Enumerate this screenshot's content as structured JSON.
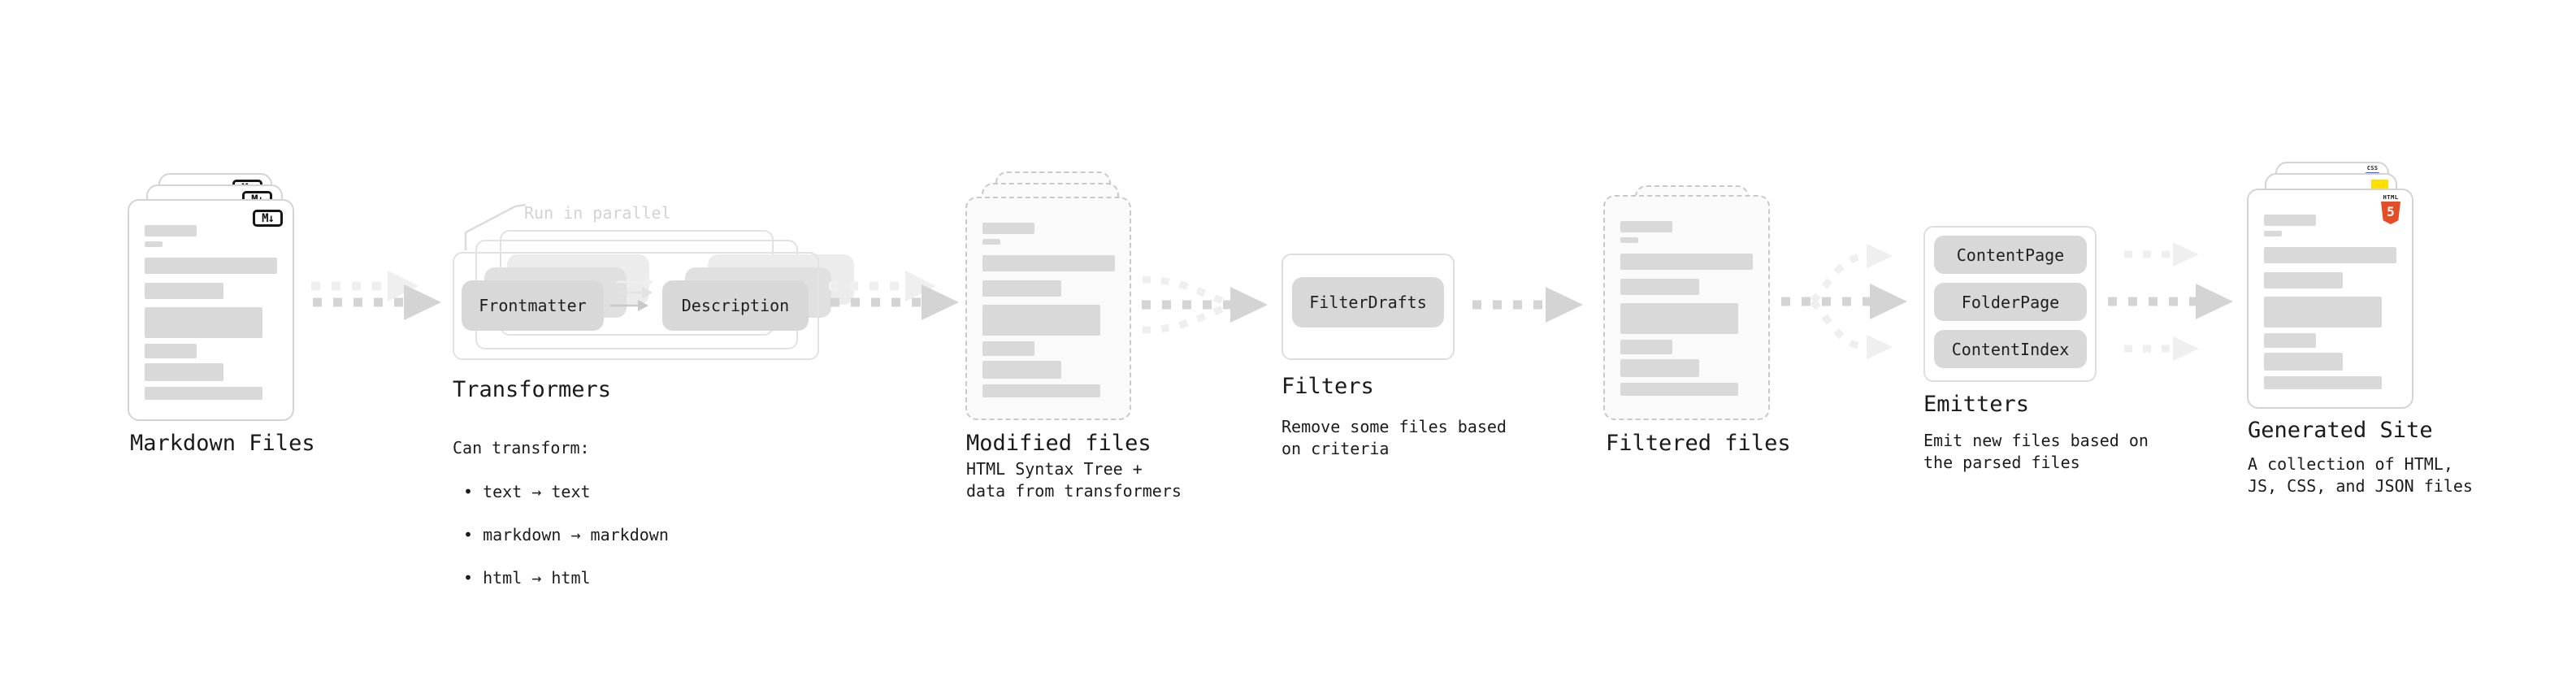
{
  "colors": {
    "ink": "#1a1a1a",
    "bar_gray": "#d9d9d9",
    "button_gray": "#d8d8d8",
    "card_border": "#d4d4d4",
    "dash_border": "#c9c9c9",
    "box_border": "#e2e2e2",
    "arrow_gray": "#d4d4d4",
    "arrow_ghost": "#efefef",
    "note_gray": "#d3d3d3",
    "html5_orange": "#e44d26",
    "js_yellow": "#ffdf00",
    "css_blue": "#2965f1"
  },
  "stages": {
    "markdown_files": {
      "title": "Markdown Files",
      "file_badge": "M↓"
    },
    "transformers": {
      "title": "Transformers",
      "note": "Run in parallel",
      "source_button": "Frontmatter",
      "target_button": "Description",
      "subtitle": "Can transform:",
      "bullets": [
        "text → text",
        "markdown → markdown",
        "html → html"
      ]
    },
    "modified_files": {
      "title": "Modified files",
      "subtitle": "HTML Syntax Tree +\ndata from transformers"
    },
    "filters": {
      "title": "Filters",
      "button": "FilterDrafts",
      "subtitle": "Remove some files based\non criteria"
    },
    "filtered_files": {
      "title": "Filtered files"
    },
    "emitters": {
      "title": "Emitters",
      "buttons": [
        "ContentPage",
        "FolderPage",
        "ContentIndex"
      ],
      "subtitle": "Emit new files based on\nthe parsed files"
    },
    "generated_site": {
      "title": "Generated Site",
      "subtitle": "A collection of HTML,\nJS, CSS, and JSON files",
      "badges": {
        "html_label": "HTML",
        "html_number": "5",
        "css_label": "CSS"
      }
    }
  }
}
